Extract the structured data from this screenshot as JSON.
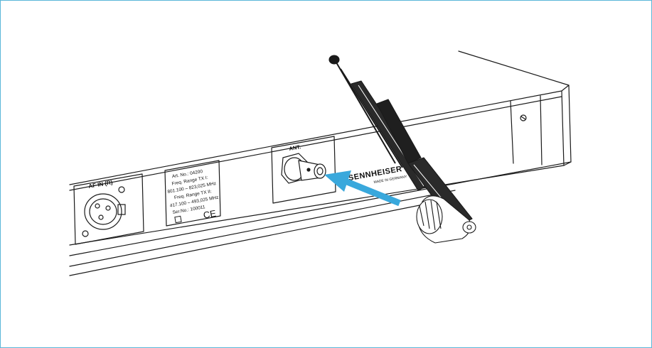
{
  "colors": {
    "frame_border": "#5ab7d9",
    "line_art": "#1a1a1a",
    "arrow": "#39a8dc",
    "background": "#ffffff"
  },
  "jack": {
    "label": "AF IN (R)"
  },
  "label_plate": {
    "line1": "Art. No.: 04200",
    "line2": "Freq. Range TX I:",
    "line3": "801.100 – 823,025 MHz",
    "line4": "Freq. Range TX II:",
    "line5": "417.100 – 493,025 MHz",
    "line6": "Ser.No.: 100011",
    "ce_mark": "CE"
  },
  "antenna_socket": {
    "label": "ANT."
  },
  "brand": {
    "name": "SENNHEISER",
    "tagline": "MADE IN GERMANY"
  },
  "icons": [
    "xlr-jack-icon",
    "bnc-socket-icon",
    "antenna-icon",
    "insert-arrow-icon",
    "screw-icon"
  ]
}
